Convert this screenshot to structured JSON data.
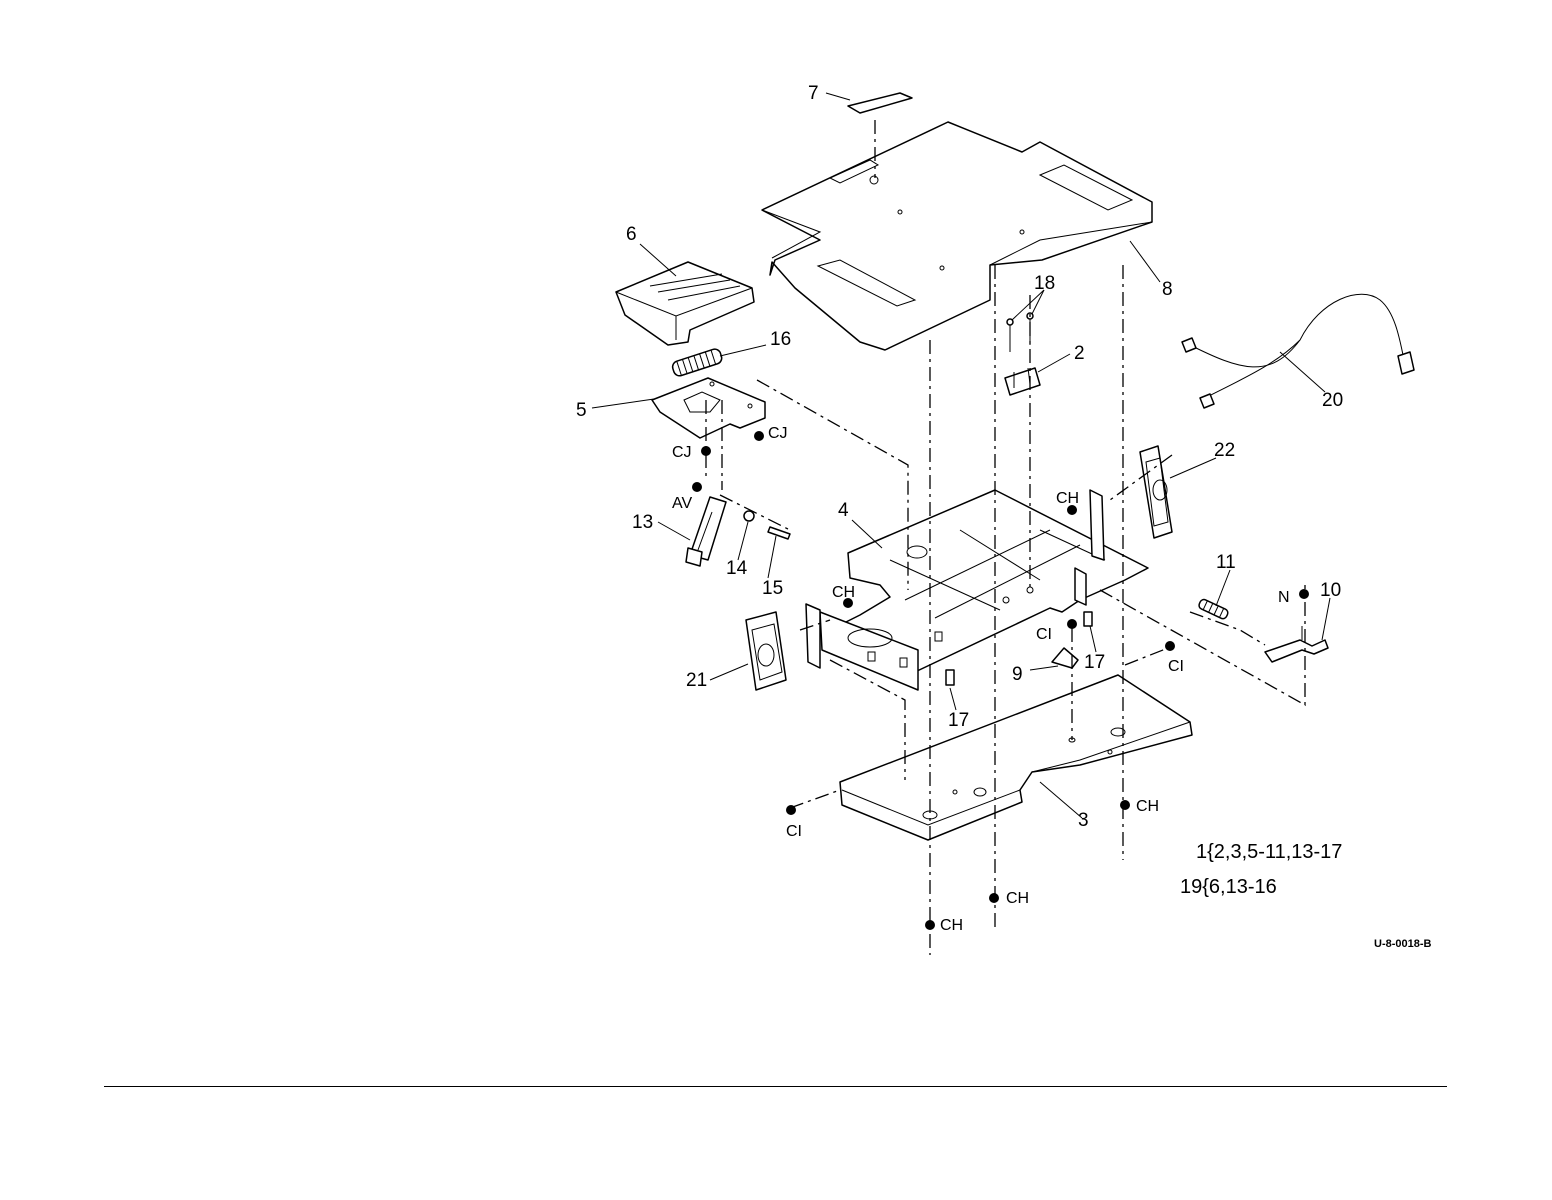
{
  "callouts": {
    "c2": "2",
    "c3": "3",
    "c4": "4",
    "c5": "5",
    "c6": "6",
    "c7": "7",
    "c8": "8",
    "c9": "9",
    "c10": "10",
    "c11": "11",
    "c13": "13",
    "c14": "14",
    "c15": "15",
    "c16": "16",
    "c17a": "17",
    "c17b": "17",
    "c18": "18",
    "c20": "20",
    "c21": "21",
    "c22": "22"
  },
  "fasteners": {
    "cj_left": "CJ",
    "cj_right": "CJ",
    "av": "AV",
    "ch_right_bracket": "CH",
    "ch_left_bracket": "CH",
    "ci_center": "CI",
    "ci_right": "CI",
    "ci_bottom_left": "CI",
    "ch_base_right": "CH",
    "ch_base_center": "CH",
    "ch_base_bottom": "CH",
    "n_latch": "N"
  },
  "legend": {
    "kit_1": "1{2,3,5-11,13-17",
    "kit_19": "19{6,13-16"
  },
  "figure_code": "U-8-0018-B"
}
